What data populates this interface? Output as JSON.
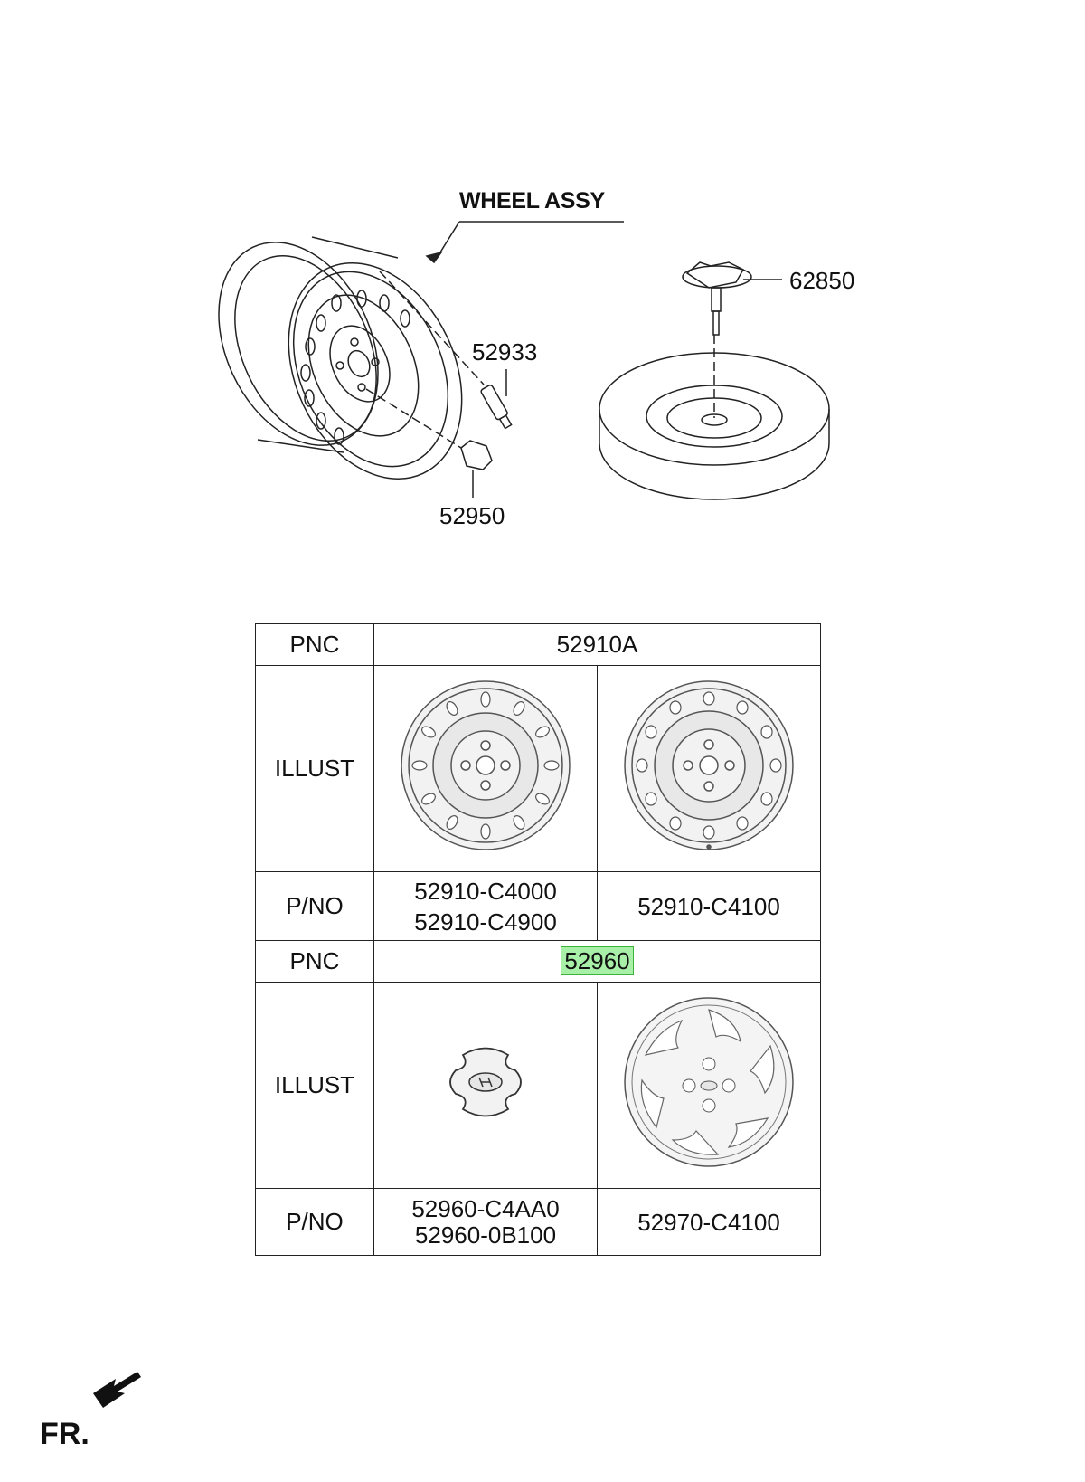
{
  "diagram": {
    "title": "WHEEL ASSY",
    "callouts": {
      "valve": "52933",
      "nut": "52950",
      "spare_holder": "62850"
    }
  },
  "table": {
    "row1": {
      "header": "PNC",
      "value": "52910A"
    },
    "row2": {
      "header": "ILLUST"
    },
    "row3": {
      "header": "P/NO",
      "left": [
        "52910-C4000",
        "52910-C4900"
      ],
      "right": [
        "52910-C4100"
      ]
    },
    "row4": {
      "header": "PNC",
      "value": "52960"
    },
    "row5": {
      "header": "ILLUST"
    },
    "row6": {
      "header": "P/NO",
      "left": [
        "52960-C4AA0",
        "52960-0B100"
      ],
      "right": [
        "52970-C4100"
      ]
    }
  },
  "direction": {
    "label": "FR."
  },
  "colors": {
    "highlight_fill": "#a8f0a8",
    "highlight_border": "#3cb43c",
    "line": "#222222"
  }
}
